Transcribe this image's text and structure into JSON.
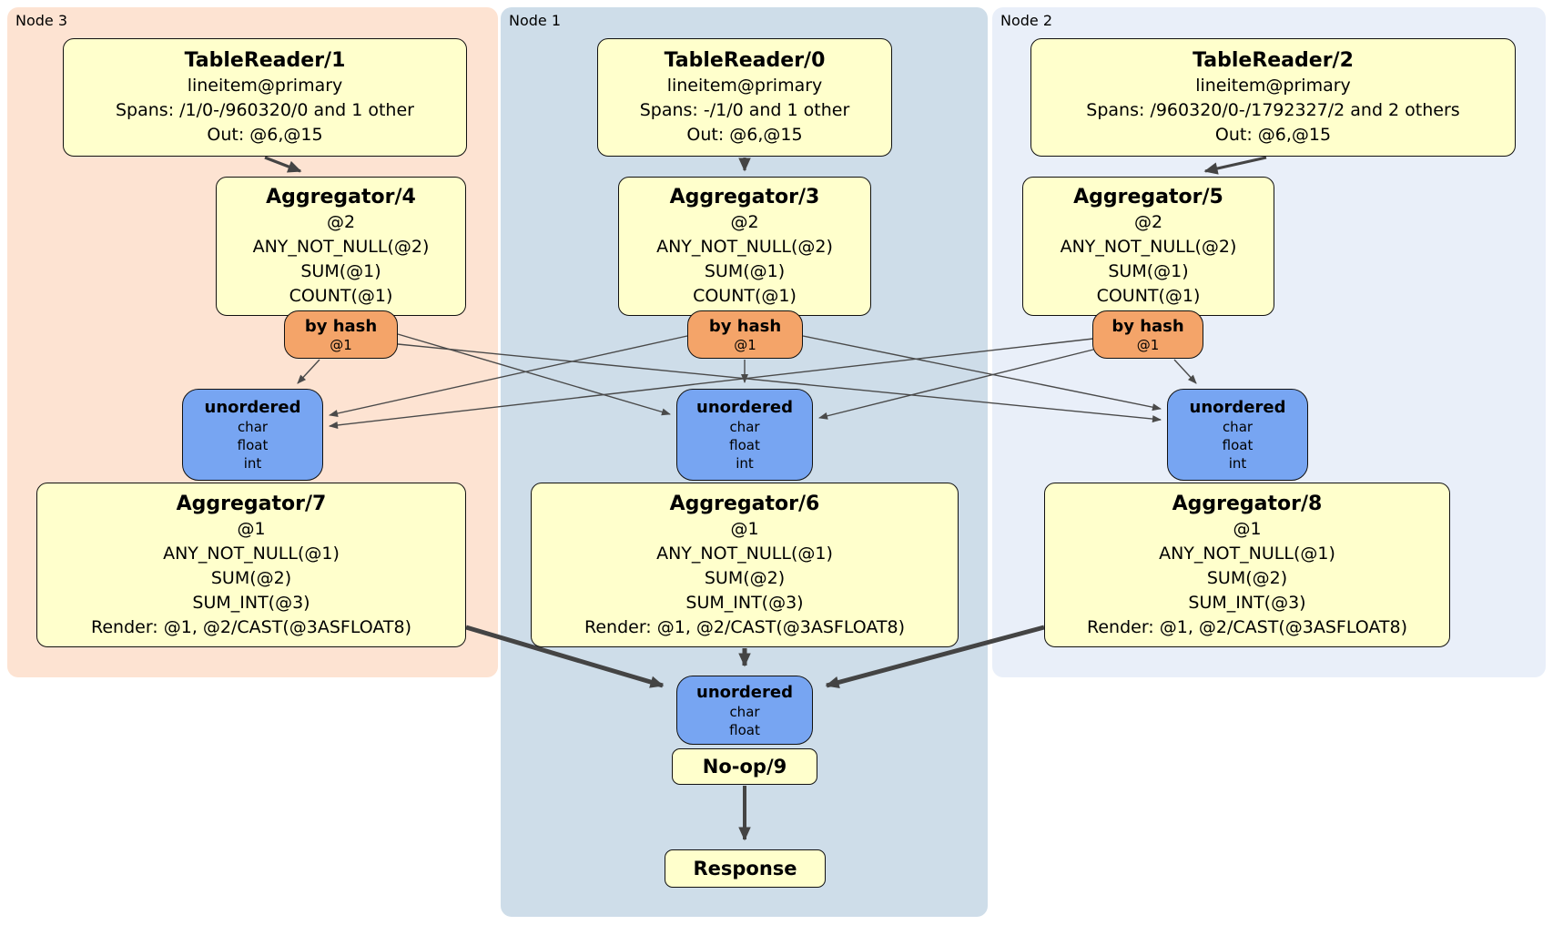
{
  "colors": {
    "node3_bg": "#fde3d2",
    "node1_bg": "#cedde9",
    "node2_bg": "#e9eff9",
    "box_yellow": "#ffffcc",
    "router_orange": "#f4a469",
    "sync_blue": "#77a5f2",
    "edge": "#4a4a4a"
  },
  "nodes": {
    "node3": {
      "label": "Node 3",
      "table_reader": {
        "title": "TableReader/1",
        "index": "lineitem@primary",
        "spans": "Spans: /1/0-/960320/0 and 1 other",
        "out": "Out: @6,@15"
      },
      "aggregator_top": {
        "title": "Aggregator/4",
        "lines": [
          "@2",
          "ANY_NOT_NULL(@2)",
          "SUM(@1)",
          "COUNT(@1)"
        ]
      },
      "router": {
        "title": "by hash",
        "detail": "@1"
      },
      "sync": {
        "title": "unordered",
        "types": [
          "char",
          "float",
          "int"
        ]
      },
      "aggregator_bottom": {
        "title": "Aggregator/7",
        "lines": [
          "@1",
          "ANY_NOT_NULL(@1)",
          "SUM(@2)",
          "SUM_INT(@3)",
          "Render: @1, @2/CAST(@3ASFLOAT8)"
        ]
      }
    },
    "node1": {
      "label": "Node 1",
      "table_reader": {
        "title": "TableReader/0",
        "index": "lineitem@primary",
        "spans": "Spans: -/1/0 and 1 other",
        "out": "Out: @6,@15"
      },
      "aggregator_top": {
        "title": "Aggregator/3",
        "lines": [
          "@2",
          "ANY_NOT_NULL(@2)",
          "SUM(@1)",
          "COUNT(@1)"
        ]
      },
      "router": {
        "title": "by hash",
        "detail": "@1"
      },
      "sync": {
        "title": "unordered",
        "types": [
          "char",
          "float",
          "int"
        ]
      },
      "aggregator_bottom": {
        "title": "Aggregator/6",
        "lines": [
          "@1",
          "ANY_NOT_NULL(@1)",
          "SUM(@2)",
          "SUM_INT(@3)",
          "Render: @1, @2/CAST(@3ASFLOAT8)"
        ]
      },
      "final_sync": {
        "title": "unordered",
        "types": [
          "char",
          "float"
        ]
      },
      "noop": {
        "title": "No-op/9"
      },
      "response": {
        "title": "Response"
      }
    },
    "node2": {
      "label": "Node 2",
      "table_reader": {
        "title": "TableReader/2",
        "index": "lineitem@primary",
        "spans": "Spans: /960320/0-/1792327/2 and 2 others",
        "out": "Out: @6,@15"
      },
      "aggregator_top": {
        "title": "Aggregator/5",
        "lines": [
          "@2",
          "ANY_NOT_NULL(@2)",
          "SUM(@1)",
          "COUNT(@1)"
        ]
      },
      "router": {
        "title": "by hash",
        "detail": "@1"
      },
      "sync": {
        "title": "unordered",
        "types": [
          "char",
          "float",
          "int"
        ]
      },
      "aggregator_bottom": {
        "title": "Aggregator/8",
        "lines": [
          "@1",
          "ANY_NOT_NULL(@1)",
          "SUM(@2)",
          "SUM_INT(@3)",
          "Render: @1, @2/CAST(@3ASFLOAT8)"
        ]
      }
    }
  }
}
